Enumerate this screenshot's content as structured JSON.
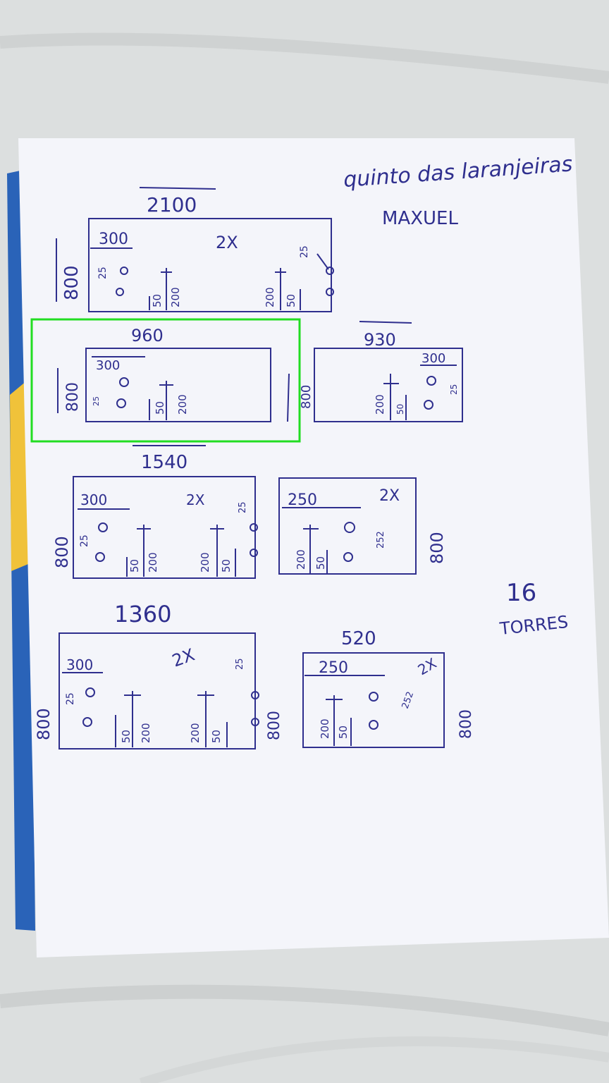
{
  "header": {
    "title": "quinto das laranjeiras",
    "subtitle": "MAXUEL"
  },
  "panels": [
    {
      "id": "p2100",
      "width": "2100",
      "height": "800",
      "qty": "2X",
      "dims": [
        "300",
        "25",
        "50",
        "200",
        "200",
        "50",
        "25"
      ]
    },
    {
      "id": "p960",
      "width": "960",
      "height": "800",
      "qty": "",
      "dims": [
        "300",
        "25",
        "50",
        "200"
      ]
    },
    {
      "id": "p930",
      "width": "930",
      "height": "800",
      "qty": "",
      "dims": [
        "300",
        "25",
        "200",
        "50"
      ]
    },
    {
      "id": "p1540",
      "width": "1540",
      "height": "800",
      "qty": "2X",
      "dims": [
        "300",
        "25",
        "50",
        "200",
        "200",
        "50",
        "25"
      ]
    },
    {
      "id": "p1360",
      "width": "1360",
      "height": "800",
      "qty": "2X",
      "dims": [
        "300",
        "25",
        "50",
        "200",
        "200",
        "50",
        "25"
      ]
    },
    {
      "id": "p250a",
      "width": "250",
      "height": "800",
      "qty": "2X",
      "dims": [
        "200",
        "50",
        "252"
      ]
    },
    {
      "id": "p520",
      "width": "520",
      "height": "800",
      "qty": "2X",
      "dims": [
        "250",
        "200",
        "50",
        "252"
      ]
    }
  ],
  "note": {
    "count": "16",
    "label": "TORRES"
  },
  "highlight": {
    "color": "#22dd22",
    "label": "960 panel"
  },
  "colors": {
    "ink": "#2f2f8e",
    "paper": "#f4f5fa",
    "background": "#dcdfdf",
    "folder_blue": "#2a63b8",
    "folder_yellow": "#f0c23a"
  }
}
